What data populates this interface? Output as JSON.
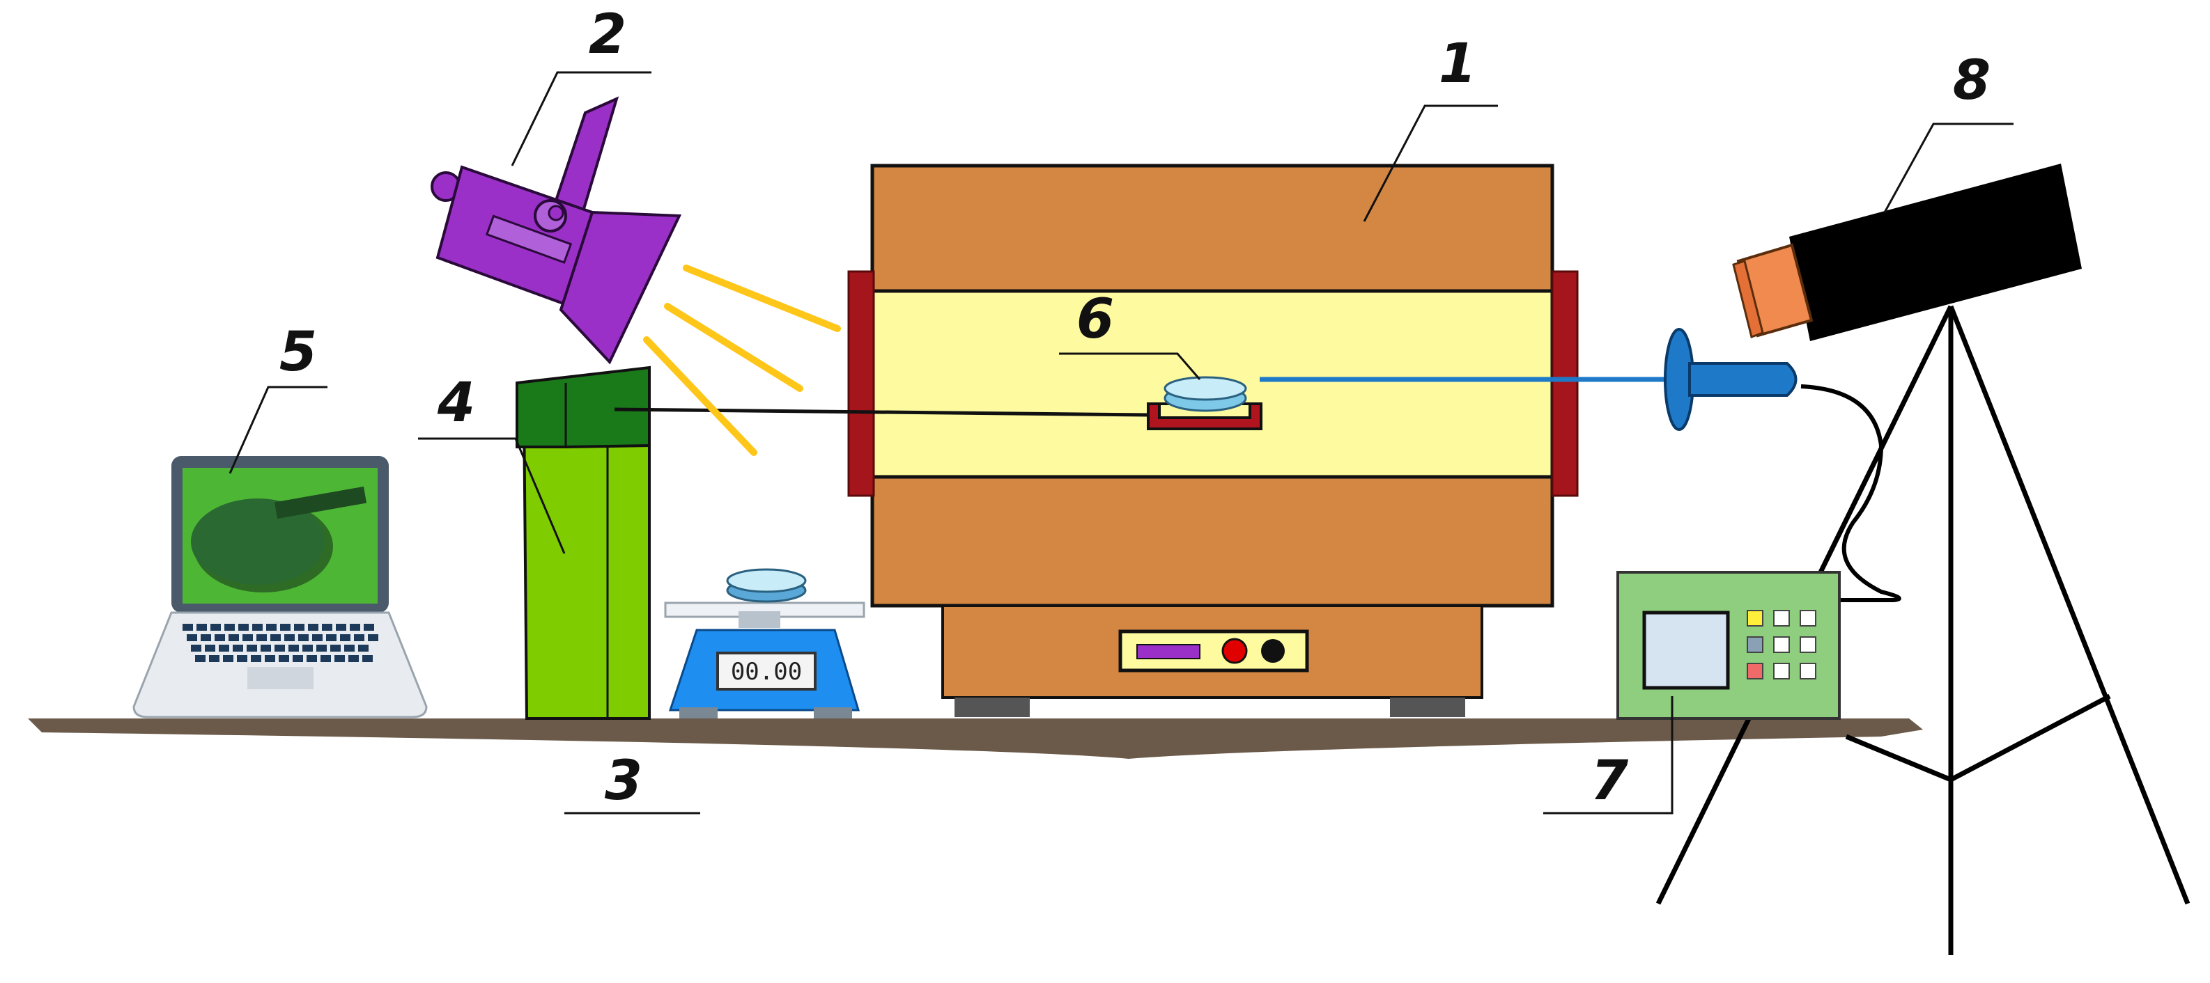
{
  "figure": {
    "callouts": [
      {
        "id": "1",
        "label": "1",
        "component": "tube-furnace"
      },
      {
        "id": "2",
        "label": "2",
        "component": "lamp"
      },
      {
        "id": "3",
        "label": "3",
        "component": "scale"
      },
      {
        "id": "4",
        "label": "4",
        "component": "camera-stand"
      },
      {
        "id": "5",
        "label": "5",
        "component": "laptop"
      },
      {
        "id": "6",
        "label": "6",
        "component": "sample-crucible"
      },
      {
        "id": "7",
        "label": "7",
        "component": "controller"
      },
      {
        "id": "8",
        "label": "8",
        "component": "pyrometer"
      }
    ],
    "scale_display": "00.00"
  },
  "colors": {
    "furnace_body": "#d38743",
    "furnace_chamber": "#fdfaa0",
    "furnace_flange": "#a5161c",
    "furnace_base": "#d38743",
    "lamp": "#9b30c8",
    "light_rays": "#ffc61a",
    "camera_stand_top": "#1a7a1a",
    "camera_stand_body": "#7fcc00",
    "scale": "#1e8ef0",
    "sample_dish": "#7ec8e8",
    "crucible": "#b0141e",
    "thermocouple": "#1e7ac8",
    "controller_body": "#8fce7e",
    "controller_screen": "#d6e4f2",
    "pyrometer_body": "#000000",
    "pyrometer_lens": "#f08a4e",
    "floor": "#6b5a4a",
    "laptop_frame": "#4a5a6a",
    "laptop_base": "#e8ecf0"
  },
  "icons": [
    "lamp-icon",
    "laptop-icon",
    "scale-icon",
    "furnace-icon",
    "pyrometer-icon",
    "tripod-icon",
    "controller-icon"
  ]
}
